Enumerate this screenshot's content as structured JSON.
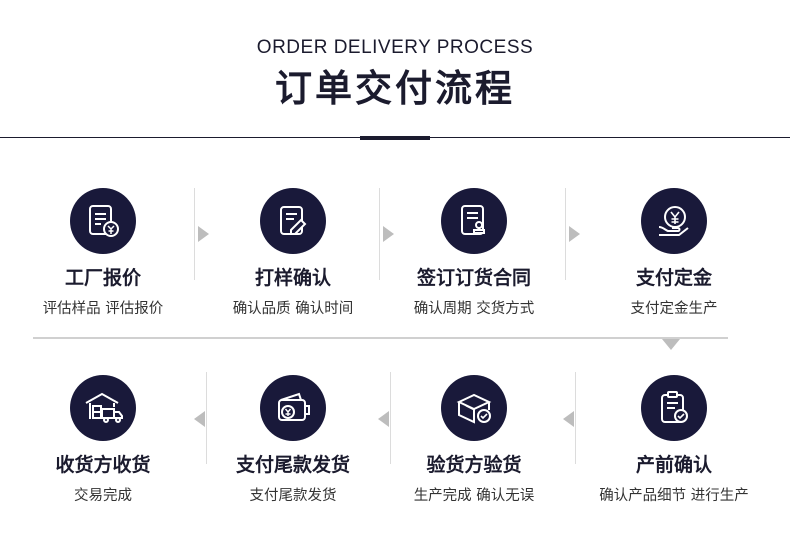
{
  "header": {
    "subtitle": "ORDER DELIVERY PROCESS",
    "title": "订单交付流程"
  },
  "steps_row1": [
    {
      "title": "工厂报价",
      "desc": "评估样品 评估报价",
      "icon": "quote-document-icon"
    },
    {
      "title": "打样确认",
      "desc": "确认品质 确认时间",
      "icon": "sample-edit-icon"
    },
    {
      "title": "签订订货合同",
      "desc": "确认周期 交货方式",
      "icon": "contract-stamp-icon"
    },
    {
      "title": "支付定金",
      "desc": "支付定金生产",
      "icon": "yen-hand-icon"
    }
  ],
  "steps_row2": [
    {
      "title": "收货方收货",
      "desc": "交易完成",
      "icon": "warehouse-truck-icon"
    },
    {
      "title": "支付尾款发货",
      "desc": "支付尾款发货",
      "icon": "wallet-yen-icon"
    },
    {
      "title": "验货方验货",
      "desc": "生产完成 确认无误",
      "icon": "box-check-icon"
    },
    {
      "title": "产前确认",
      "desc": "确认产品细节 进行生产",
      "icon": "clipboard-check-icon"
    }
  ],
  "colors": {
    "accent": "#19193a",
    "divider": "#dcdcdc",
    "arrow": "#bdbdbd"
  }
}
